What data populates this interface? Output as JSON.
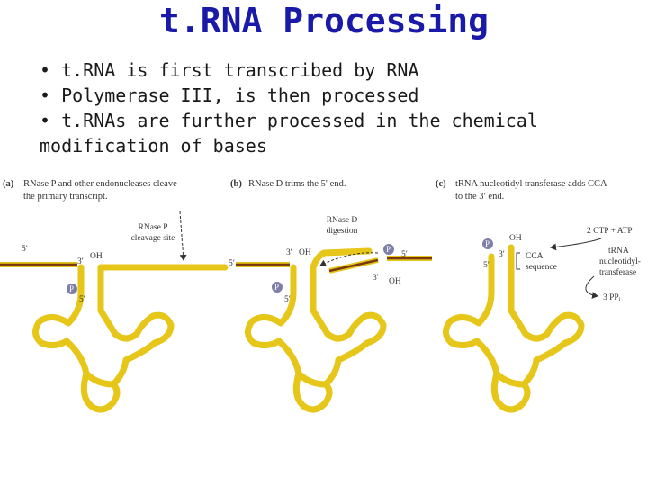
{
  "slide": {
    "title": "t.RNA Processing",
    "bullets": [
      "• t.RNA is first transcribed by RNA",
      "• Polymerase III, is then processed",
      "• t.RNAs are further processed in the chemical\nmodification of bases"
    ]
  },
  "figure": {
    "colors": {
      "trna_strand": "#e6c619",
      "trna_outline": "#5a4a10",
      "leader_strand": "#7a3a14",
      "phosphate": "#7d7fa8"
    },
    "panel_a": {
      "letter": "(a)",
      "caption_line1": "RNase P and other endonucleases cleave",
      "caption_line2": "the primary transcript.",
      "site_label_line1": "RNase P",
      "site_label_line2": "cleavage site",
      "end_5_left": "5′",
      "end_3": "3′",
      "oh": "OH",
      "p": "P",
      "end_5_mature": "5′"
    },
    "panel_b": {
      "letter": "(b)",
      "caption": "RNase D trims the 5′ end.",
      "digestion_line1": "RNase D",
      "digestion_line2": "digestion",
      "end_3_top": "3′",
      "oh_top": "OH",
      "end_5_left": "5′",
      "end_5_right": "5′",
      "p_right": "P",
      "end_3_low": "3′",
      "oh_low": "OH",
      "p_left": "P",
      "end_5_mature": "5′"
    },
    "panel_c": {
      "letter": "(c)",
      "caption_line1": "tRNA nucleotidyl transferase adds CCA",
      "caption_line2": "to the 3′ end.",
      "oh": "OH",
      "p": "P",
      "end_3": "3′",
      "end_5": "5′",
      "cca_line1": "CCA",
      "cca_line2": "sequence",
      "substrate": "2 CTP + ATP",
      "enzyme_line1": "tRNA",
      "enzyme_line2": "nucleotidyl-",
      "enzyme_line3": "transferase",
      "product": "3 PPᵢ"
    }
  }
}
